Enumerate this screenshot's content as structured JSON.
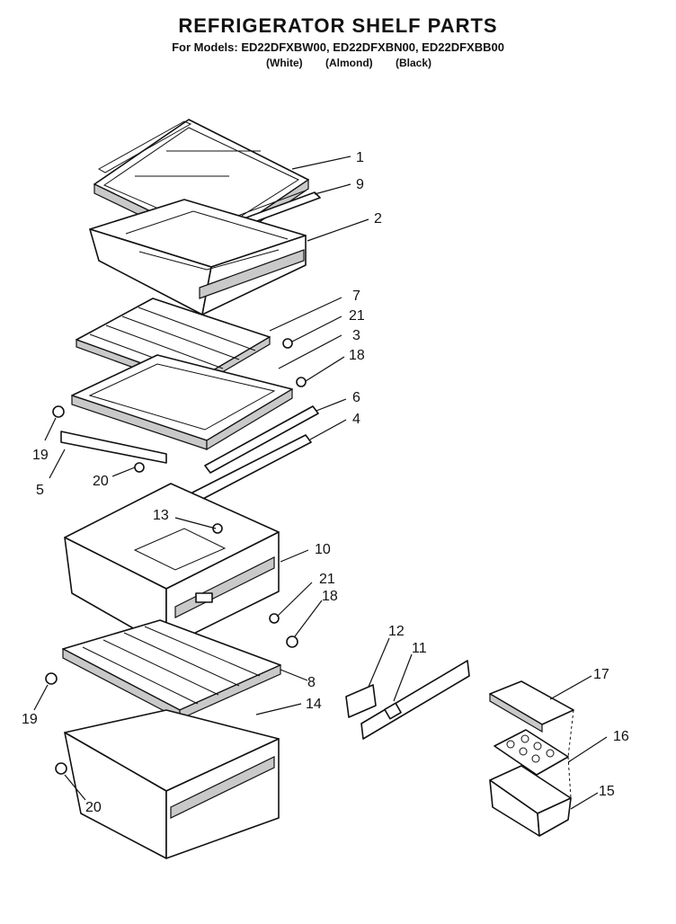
{
  "header": {
    "title": "REFRIGERATOR SHELF PARTS",
    "models": "For Models: ED22DFXBW00, ED22DFXBN00, ED22DFXBB00",
    "colors": [
      "(White)",
      "(Almond)",
      "(Black)"
    ]
  },
  "callouts": [
    "1",
    "9",
    "2",
    "7",
    "21",
    "3",
    "18",
    "6",
    "4",
    "19",
    "5",
    "20",
    "13",
    "10",
    "21",
    "18",
    "12",
    "11",
    "8",
    "19",
    "14",
    "17",
    "16",
    "20",
    "15"
  ]
}
